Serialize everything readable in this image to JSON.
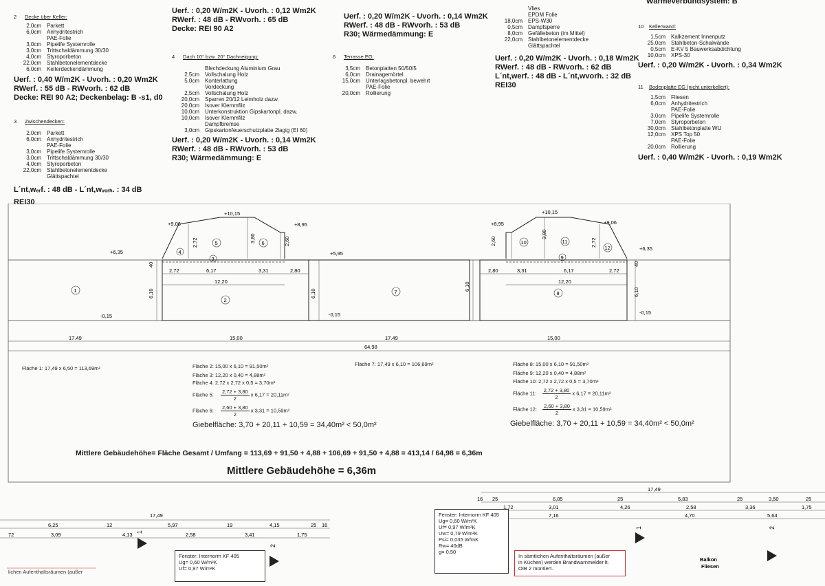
{
  "sections": {
    "s2": {
      "num": "2",
      "title": "Decke über Keller:",
      "layers": [
        {
          "t": "2,0cm",
          "m": "Parkett"
        },
        {
          "t": "6,0cm",
          "m": "Anhydritestrich"
        },
        {
          "t": "",
          "m": "PAE-Folie"
        },
        {
          "t": "3,0cm",
          "m": "Pipelife Systemrolle"
        },
        {
          "t": "3,0cm",
          "m": "Trittschaldämmung 30/30"
        },
        {
          "t": "4,0cm",
          "m": "Styroporbeton"
        },
        {
          "t": "22,0cm",
          "m": "Stahlbetonelementdecke"
        },
        {
          "t": "6,0cm",
          "m": "Kellerdeckendämmung"
        }
      ],
      "u": "Uerf. : 0,40 W/m2K  -  Uvorh. : 0,20 Wm2K",
      "rw": "RWerf. : 55 dB  -  RWvorh. : 62 dB",
      "extra": "Decke: REI 90 A2; Deckenbelag: B -s1, d0"
    },
    "s3": {
      "num": "3",
      "title": "Zwischendecken:",
      "layers": [
        {
          "t": "2,0cm",
          "m": "Parkett"
        },
        {
          "t": "6,0cm",
          "m": "Anhydritestrich"
        },
        {
          "t": "",
          "m": "PAE-Folie"
        },
        {
          "t": "3,0cm",
          "m": "Pipelife Systemrolle"
        },
        {
          "t": "3,0cm",
          "m": "Trittschaldämmung 30/30"
        },
        {
          "t": "4,0cm",
          "m": "Styroporbeton"
        },
        {
          "t": "22,0cm",
          "m": "Stahlbetonelementdecke"
        },
        {
          "t": "",
          "m": "Glättspachtel"
        }
      ],
      "lnt": "L´nt,wₑᵣf. : 48 dB  -  L´nt,wᵥₒᵣₕ. : 34 dB",
      "extra": "REI30"
    },
    "col2top": {
      "u": "Uerf. : 0,20 W/m2K  -  Uvorh. : 0,12 Wm2K",
      "rw": "RWerf. : 48 dB  -  RWvorh. : 65 dB",
      "extra": "Decke: REI 90 A2"
    },
    "s4": {
      "num": "4",
      "title": "Dach 10° bzw. 20° Dachneigung:",
      "layers": [
        {
          "t": "",
          "m": "Blechdeckung Aluminium Grau"
        },
        {
          "t": "2,5cm",
          "m": "Vollschalung Holz"
        },
        {
          "t": "5,0cm",
          "m": "Konterlattung"
        },
        {
          "t": "",
          "m": "Vordeckung"
        },
        {
          "t": "2,5cm",
          "m": "Vollschalung Holz"
        },
        {
          "t": "20,0cm",
          "m": "Sparren 20/12 Leimholz dazw."
        },
        {
          "t": "20,0cm",
          "m": "Isover Klemmfilz"
        },
        {
          "t": "10,0cm",
          "m": "Unterkonstruktion Gipskartonpl. dazw."
        },
        {
          "t": "10,0cm",
          "m": "Isover Klemmfilz"
        },
        {
          "t": "",
          "m": "Dampfbremse"
        },
        {
          "t": "3,0cm",
          "m": "Gipskartonfeuerschutzplatte 2lagig (EI 60)"
        }
      ],
      "u": "Uerf. : 0,20 W/m2K  -  Uvorh. : 0,14 Wm2K",
      "rw": "RWerf. : 48 dB  -  RWvorh. : 53 dB",
      "extra": "R30; Wärmedämmung: E"
    },
    "col3top": {
      "u": "Uerf. : 0,20 W/m2K  -  Uvorh. : 0,14 Wm2K",
      "rw": "RWerf. : 48 dB  -  RWvorh. : 53 dB",
      "extra": "R30; Wärmedämmung: E"
    },
    "s6": {
      "num": "6",
      "title": "Terrasse EG:",
      "layers": [
        {
          "t": "3,5cm",
          "m": "Betonplatten 50/50/5"
        },
        {
          "t": "6,0cm",
          "m": "Drainagemörtel"
        },
        {
          "t": "15,0cm",
          "m": "Unterlagsbetonpl. bewehrt"
        },
        {
          "t": "",
          "m": "PAE-Folie"
        },
        {
          "t": "20,0cm",
          "m": "Rollierung"
        }
      ]
    },
    "col4top": {
      "layers": [
        {
          "t": "",
          "m": "Vlies"
        },
        {
          "t": "",
          "m": "EPDM Folie"
        },
        {
          "t": "18,0cm",
          "m": "EPS-W30"
        },
        {
          "t": "0,5cm",
          "m": "Dampfsperre"
        },
        {
          "t": "8,0cm",
          "m": "Gefällebeton (im Mittel)"
        },
        {
          "t": "22,0cm",
          "m": "Stahlbetonelementdecke"
        },
        {
          "t": "",
          "m": "Glättspachtel"
        }
      ],
      "u": "Uerf. : 0,20 W/m2K  -  Uvorh. : 0,18 Wm2K",
      "rw": "RWerf. : 48 dB  -  RWvorh. : 62 dB",
      "lnt": "L´nt,werf. : 48 dB  -  L´nt,wvorh. : 32 dB",
      "extra": "REI30"
    },
    "col5top": {
      "text": "Wärmeverbundsystem: B"
    },
    "s10": {
      "num": "10",
      "title": "Kellerwand:",
      "layers": [
        {
          "t": "1,5cm",
          "m": "Kalkzement Innenputz"
        },
        {
          "t": "25,0cm",
          "m": "Stahlbeton-Schalwände"
        },
        {
          "t": "0,5cm",
          "m": "E-KV 5 Bauwerksabdichtung"
        },
        {
          "t": "10,0cm",
          "m": "XPS-30"
        }
      ],
      "u": "Uerf. : 0,20 W/m2K  -  Uvorh. : 0,34 Wm2K"
    },
    "s11": {
      "num": "11",
      "title": "Bodenplatte EG (nicht unterkellert):",
      "layers": [
        {
          "t": "1,5cm",
          "m": "Fliesen"
        },
        {
          "t": "6,0cm",
          "m": "Anhydritestrich"
        },
        {
          "t": "",
          "m": "PAE-Folie"
        },
        {
          "t": "3,0cm",
          "m": "Pipelife Systemrolle"
        },
        {
          "t": "7,0cm",
          "m": "Styroporbeton"
        },
        {
          "t": "30,0cm",
          "m": "Stahlbetonplatte WU"
        },
        {
          "t": "12,0cm",
          "m": "XPS Top 50"
        },
        {
          "t": "",
          "m": "PAE-Folie"
        },
        {
          "t": "20,0cm",
          "m": "Rollierung"
        }
      ],
      "u": "Uerf. : 0,40 W/m2K  -  Uvorh. : 0,19 Wm2K"
    }
  },
  "drawing": {
    "levels": [
      "+10,15",
      "+9,06",
      "+8,95",
      "+6,35",
      "+5,95",
      "-0,15"
    ],
    "dims": {
      "d272": "2,72",
      "d617": "6,17",
      "d331": "3,31",
      "d280": "2,80",
      "d1220": "12,20",
      "d040": "40",
      "d610": "6,10",
      "d380": "3,80",
      "d260": "2,60",
      "d1749": "17.49",
      "d1500": "15,00",
      "d6498": "64,98"
    },
    "circles": [
      "1",
      "2",
      "3",
      "4",
      "5",
      "6",
      "7",
      "8",
      "9",
      "10",
      "11",
      "12"
    ]
  },
  "areas": {
    "f1": "Fläche 1:  17,49 x 6,50 = 113,69m²",
    "f2": "Fläche 2:  15,00 x 6,10 =  91,50m²",
    "f3": "Fläche 3:  12,20 x 0,40 =   4,88m²",
    "f4": "Fläche 4:  2,72 x 2,72 x 0,5 =   3,70m²",
    "f5_label": "Fläche 5:",
    "f5_top": "2,72 + 3,80",
    "f5_bot": "2",
    "f5_rest": "x 6,17  =   20,11m²",
    "f6_label": "Fläche 6:",
    "f6_top": "2,60 + 3,80",
    "f6_bot": "2",
    "f6_rest": "x 3,31 =   10,59m²",
    "giebel_left": "Giebelfläche: 3,70 + 20,11 + 10,59 = 34,40m²  <  50,0m²",
    "f7": "Fläche 7:  17,49 x 6,10 =  106,69m²",
    "f8": "Fläche 8:  15,00 x 6,10 =  91,50m²",
    "f9": "Fläche 9:  12,20 x 0,40 =   4,88m²",
    "f10": "Fläche 10:  2,72 x 2,72 x 0,5 =   3,70m²",
    "f11_label": "Fläche 11:",
    "f11_top": "2,72 + 3,80",
    "f11_bot": "2",
    "f11_rest": "x 6,17  =   20,11m²",
    "f12_label": "Fläche 12:",
    "f12_top": "2,60 + 3,80",
    "f12_bot": "2",
    "f12_rest": "x 3,31 =   10,59m²",
    "giebel_right": "Giebelfläche: 3,70 + 20,11 + 10,59 = 34,40m²  <  50,0m²"
  },
  "summary": {
    "formula": "Mittlere Gebäudehöhe= Fläche Gesamt / Umfang =  113,69 + 91,50 + 4,88 + 106,69 + 91,50 + 4,88 = 413,14 / 64,98 = 6,36m",
    "result": "Mittlere Gebäudehöhe = 6,36m"
  },
  "plan_left": {
    "total": "17,49",
    "row1": [
      "6,25",
      "12",
      "5,97",
      "19",
      "4,15",
      "25",
      "16"
    ],
    "row2": [
      "72",
      "3,09",
      "4,13",
      "2,58",
      "3,41",
      "1,75"
    ],
    "marker": "1",
    "marker2": "2",
    "window_box": [
      "Fenster: Internorm KF 405",
      "Ug= 0,60 W/m²K",
      "Uf= 0,97 W/m²K"
    ],
    "note": "lichen Aufenthaltsräumen (außer"
  },
  "plan_right": {
    "total": "17,49",
    "row1": [
      "16",
      "25",
      "6,85",
      "25",
      "5,83",
      "25",
      "3,50",
      "25"
    ],
    "row2": [
      "1,72",
      "3,01",
      "4,26",
      "2,58",
      "3,36",
      "1,75"
    ],
    "row3": [
      "7,16",
      "4,70",
      "5,64"
    ],
    "window_box": [
      "Fenster: Internorm KF 405",
      "Ug= 0,60 W/m²K",
      "Uf= 0,97 W/m²K",
      "Uw= 0,79 W/m²K",
      "Psi= 0,035 W/mK",
      "Rw=  40dB",
      "g=  0,50"
    ],
    "note": [
      "In sämtlichen Aufenthaltsräumen (außer",
      "in Küchen) werden Brandwarnmelder lt.",
      "OIB 2 montiert."
    ],
    "marker": "1",
    "marker2": "2",
    "balkon": "Balkon",
    "fliesen": "Fliesen"
  }
}
